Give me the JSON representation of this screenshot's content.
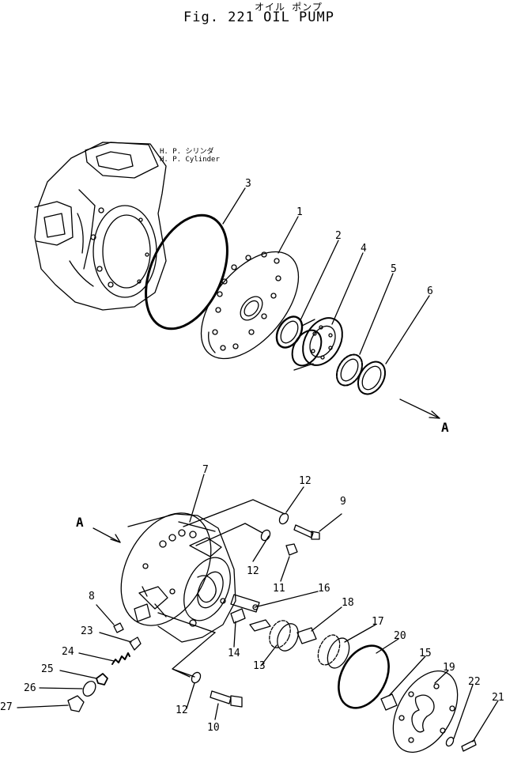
{
  "header": {
    "jp_title": "オイル ポンプ",
    "fig_title": "Fig. 221   OIL   PUMP"
  },
  "note": {
    "line1": "H. P. シリンダ",
    "line2": "H. P. Cylinder"
  },
  "view_marker": "A",
  "callouts": {
    "c1": "1",
    "c2": "2",
    "c3": "3",
    "c4": "4",
    "c5": "5",
    "c6": "6",
    "c7": "7",
    "c8": "8",
    "c9": "9",
    "c10": "10",
    "c11": "11",
    "c12a": "12",
    "c12b": "12",
    "c12c": "12",
    "c13": "13",
    "c14": "14",
    "c15": "15",
    "c16": "16",
    "c17": "17",
    "c18": "18",
    "c19": "19",
    "c20": "20",
    "c21": "21",
    "c22": "22",
    "c23": "23",
    "c24": "24",
    "c25": "25",
    "c26": "26",
    "c27": "27"
  }
}
